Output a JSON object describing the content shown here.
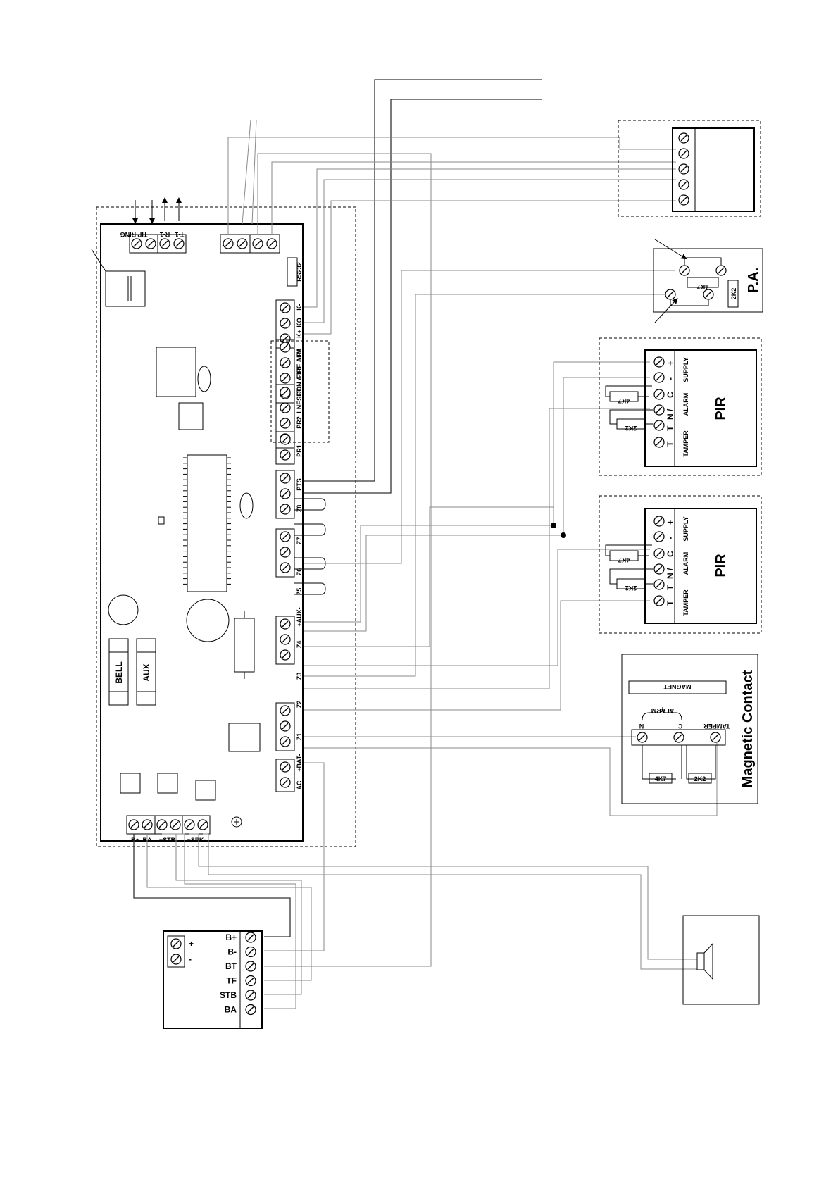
{
  "board": {
    "phone_terminals": [
      "TIP RING",
      "R-1",
      "T-1"
    ],
    "right_terminals": [
      "K-",
      "KO",
      "K+",
      "PA",
      "FIRE ALM",
      "CON ABT",
      "SET",
      "LNF",
      "PR2",
      "PR1",
      "PTS",
      "Z8",
      "Z7",
      "Z6",
      "Z5",
      "+AUX-",
      "Z4",
      "Z3",
      "Z2",
      "Z1",
      "+BAT-",
      "AC"
    ],
    "rs232": "RS232",
    "fuse_bell": "BELL",
    "fuse_aux": "AUX",
    "bottom_terminals": [
      "B+",
      "BA",
      "+STB-",
      "+SPK-"
    ]
  },
  "keypad_module": {},
  "pa_button": {
    "title": "P.A.",
    "resistor_a": "4K7",
    "resistor_b": "2K2"
  },
  "pir1": {
    "title": "PIR",
    "terminals": [
      "+",
      "-",
      "C",
      "N /",
      "T",
      "T"
    ],
    "groups": [
      "SUPPLY",
      "ALARM",
      "TAMPER"
    ],
    "resistor_a": "4K7",
    "resistor_b": "2K2"
  },
  "pir2": {
    "title": "PIR",
    "terminals": [
      "+",
      "-",
      "C",
      "N /",
      "T",
      "T"
    ],
    "groups": [
      "SUPPLY",
      "ALARM",
      "TAMPER"
    ],
    "resistor_a": "4K7",
    "resistor_b": "2K2"
  },
  "magnetic_contact": {
    "title": "Magnetic Contact",
    "magnet": "MAGNET",
    "alarm": "ALARM",
    "n": "N",
    "c": "C",
    "tamper": "TAMPER",
    "resistor_a": "4K7",
    "resistor_b": "2K2"
  },
  "siren_module": {
    "supply_plus": "+",
    "supply_minus": "-",
    "terminals": [
      "B+",
      "B-",
      "BT",
      "TF",
      "STB",
      "BA"
    ]
  },
  "speaker": {}
}
